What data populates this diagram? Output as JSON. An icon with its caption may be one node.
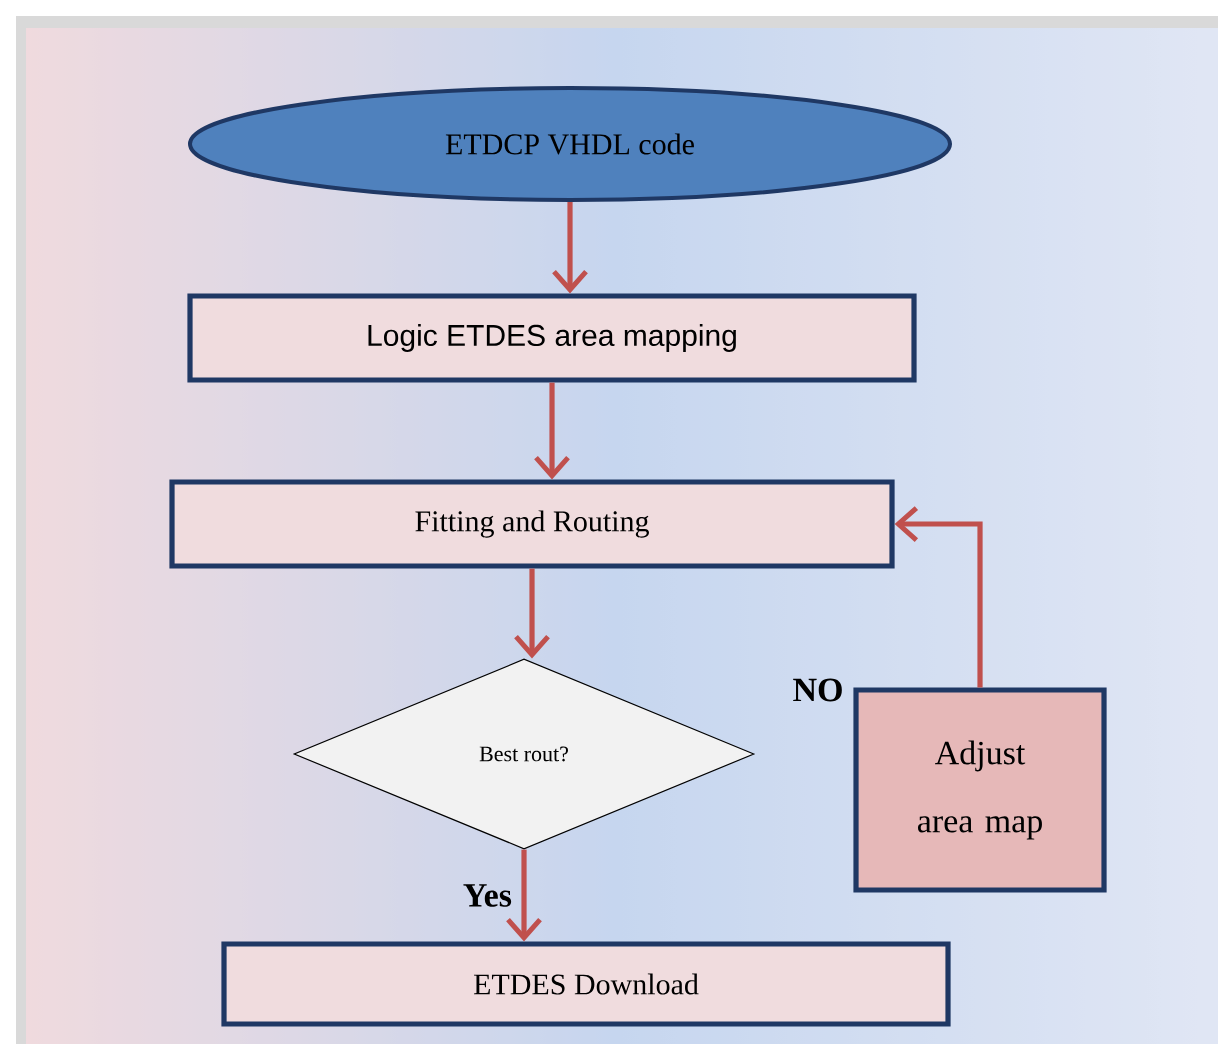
{
  "diagram": {
    "nodes": [
      {
        "text": [
          "ETDCP VHDL code"
        ]
      },
      {
        "text": [
          "Logic ETDES area mapping"
        ]
      },
      {
        "text": [
          "Fitting and Routing"
        ]
      },
      {
        "text": [
          "Best rout?"
        ]
      },
      {
        "text": [
          "ETDES Download"
        ]
      },
      {
        "text": [
          "Adjust area map"
        ]
      }
    ],
    "edges": [
      {
        "from": 0,
        "to": 1,
        "arrow": "to"
      },
      {
        "from": 1,
        "to": 2,
        "arrow": "to"
      },
      {
        "from": 2,
        "to": 3,
        "arrow": "to"
      },
      {
        "from": 3,
        "to": 4,
        "arrow": "to",
        "label": "Yes"
      },
      {
        "from": 5,
        "to": 2,
        "arrow": "to"
      }
    ],
    "labels": [
      "NO"
    ]
  }
}
